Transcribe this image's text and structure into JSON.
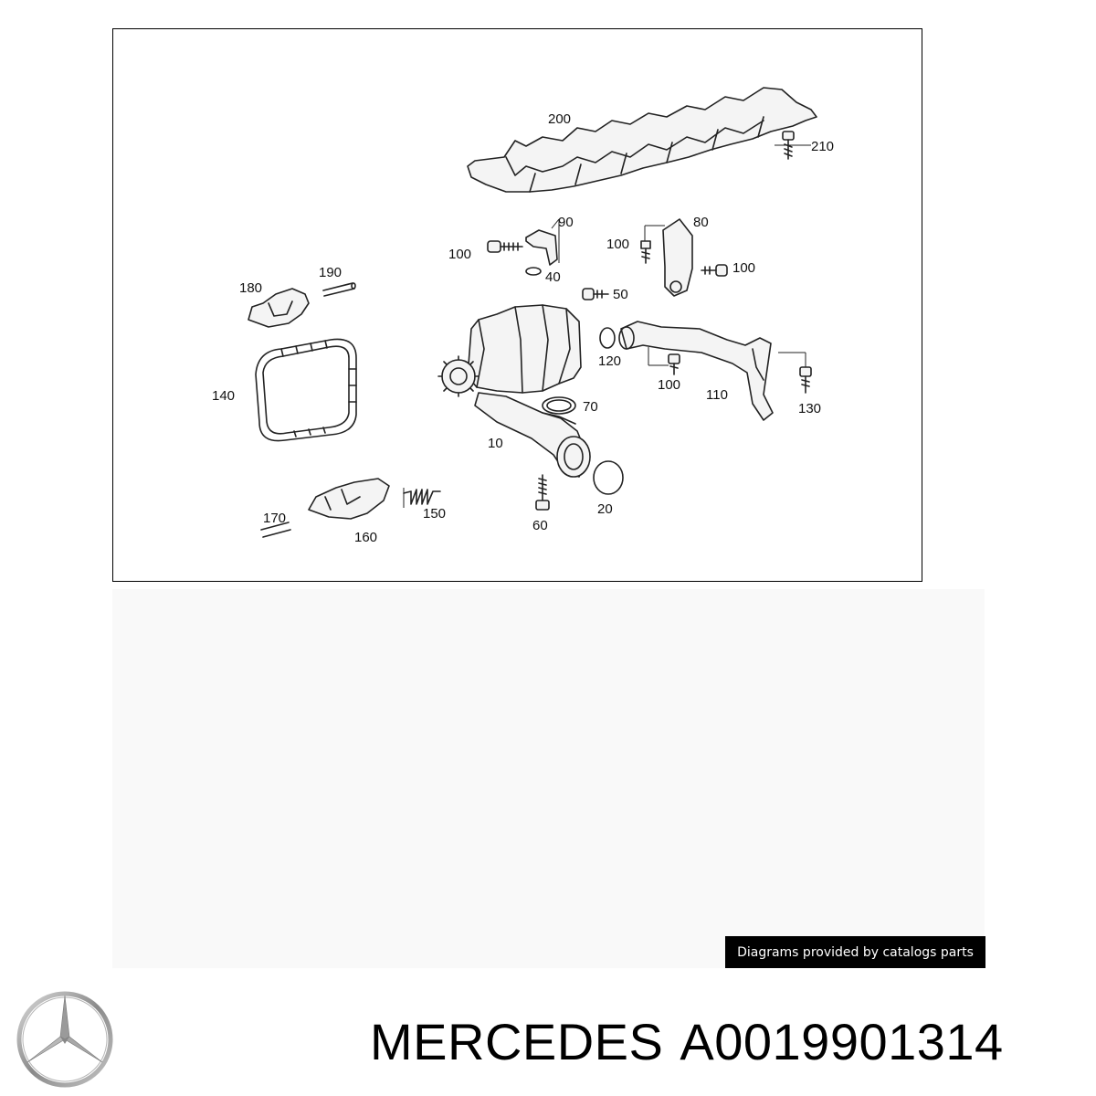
{
  "diagram": {
    "callouts": {
      "c200": "200",
      "c210": "210",
      "c90": "90",
      "c100a": "100",
      "c40": "40",
      "c80": "80",
      "c100b": "100",
      "c100c": "100",
      "c180": "180",
      "c190": "190",
      "c50": "50",
      "c120": "120",
      "c140": "140",
      "c70": "70",
      "c100d": "100",
      "c110": "110",
      "c130": "130",
      "c10": "10",
      "c170": "170",
      "c150": "150",
      "c160": "160",
      "c60": "60",
      "c20": "20"
    }
  },
  "credit": "Diagrams provided by catalogs parts",
  "brand": "MERCEDES",
  "part_number": "A0019901314",
  "logo_icon": "mercedes-star-icon"
}
